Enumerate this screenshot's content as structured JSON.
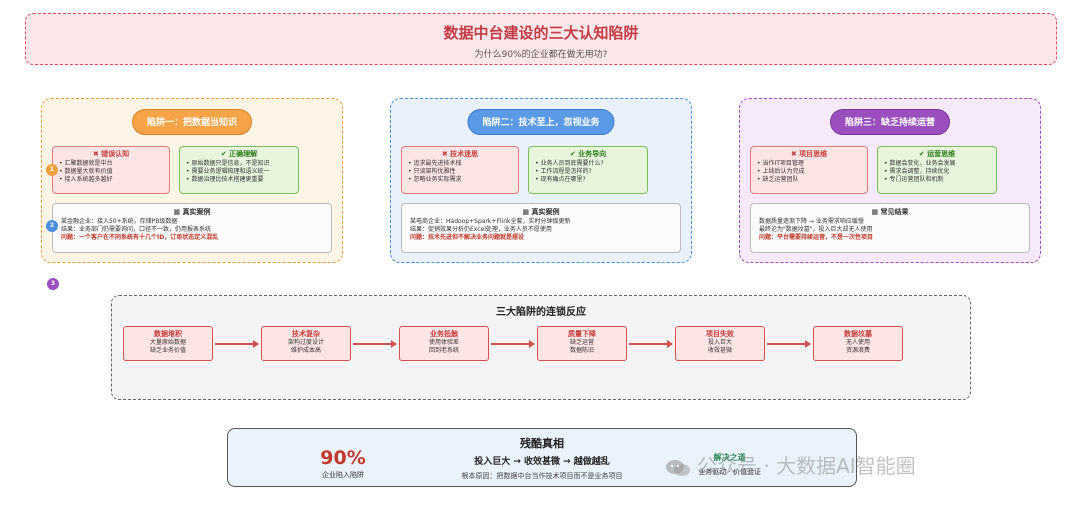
{
  "title": "数据中台建设的三大认知陷阱",
  "subtitle": "为什么90%的企业都在做无用功?",
  "traps": [
    {
      "pill": "陷阱一：把数据当知识",
      "wrong_head": "错误认知",
      "wrong_items": [
        "汇聚数据就是中台",
        "数据量大就有价值",
        "接入系统越多越好"
      ],
      "right_head": "正确理解",
      "right_items": [
        "原始数据只是信息，不是知识",
        "需要业务逻辑梳理和语义统一",
        "数据治理比技术搭建更重要"
      ],
      "case_head": "真实案例",
      "case_lines": [
        "某金融企业：接入50+系统，存储PB级数据",
        "结果：业务部门仍需要询问，口径不一致，仍用报表系统"
      ],
      "case_red": "问题：一个客户在不同系统有十几个ID，订单状态定义混乱"
    },
    {
      "pill": "陷阱二：技术至上，忽视业务",
      "wrong_head": "技术迷思",
      "wrong_items": [
        "追求最先进技术栈",
        "只谈架构优雅性",
        "忽略业务实际需求"
      ],
      "right_head": "业务导向",
      "right_items": [
        "业务人员到底需要什么?",
        "工作流程是怎样的?",
        "现有痛点在哪里?"
      ],
      "case_head": "真实案例",
      "case_lines": [
        "某电商企业：Hadoop+Spark+Flink全套，实时分钟级更新",
        "结果：促销效果分析仍Excel处理，业务人员不愿使用"
      ],
      "case_red": "问题：技术先进但不解决业务问题就是摆设"
    },
    {
      "pill": "陷阱三：缺乏持续运营",
      "wrong_head": "项目思维",
      "wrong_items": [
        "当作IT项目管理",
        "上线后认为完成",
        "缺乏运营团队"
      ],
      "right_head": "运营思维",
      "right_items": [
        "数据会变化，业务会发展",
        "需求会调整，持续优化",
        "专门运营团队和机制"
      ],
      "case_head": "常见结果",
      "case_lines": [
        "数据质量逐渐下降 → 业务需求响应缓慢",
        "最终沦为\"数据坟墓\"，投入巨大却无人使用"
      ],
      "case_red": "问题：平台需要持续运营，不是一次性项目"
    }
  ],
  "markers": [
    "1",
    "2",
    "3"
  ],
  "chain": {
    "title": "三大陷阱的连锁反应",
    "steps": [
      {
        "head": "数据堆积",
        "l1": "大量原始数据",
        "l2": "缺乏业务价值"
      },
      {
        "head": "技术复杂",
        "l1": "架构过度设计",
        "l2": "维护成本高"
      },
      {
        "head": "业务抵触",
        "l1": "使用体验差",
        "l2": "回到老系统"
      },
      {
        "head": "质量下降",
        "l1": "缺乏运营",
        "l2": "数据陈旧"
      },
      {
        "head": "项目失败",
        "l1": "投入巨大",
        "l2": "收效甚微"
      },
      {
        "head": "数据坟墓",
        "l1": "无人使用",
        "l2": "资源浪费"
      }
    ]
  },
  "truth": {
    "title": "残酷真相",
    "stat": "90%",
    "stat_label": "企业陷入陷阱",
    "formula": "投入巨大 → 收效甚微 → 越做越乱",
    "reason": "根本原因：把数据中台当作技术项目而不是业务项目",
    "right_head": "解决之道",
    "right_desc": "业务驱动 · 价值验证"
  },
  "watermark": "公众号 · 大数据AI智能圈",
  "colors": {
    "red": "#c43d3d",
    "orange": "#f7a347",
    "blue": "#5b9ae6",
    "purple": "#9b4fbf",
    "green": "#2f7d1c"
  }
}
